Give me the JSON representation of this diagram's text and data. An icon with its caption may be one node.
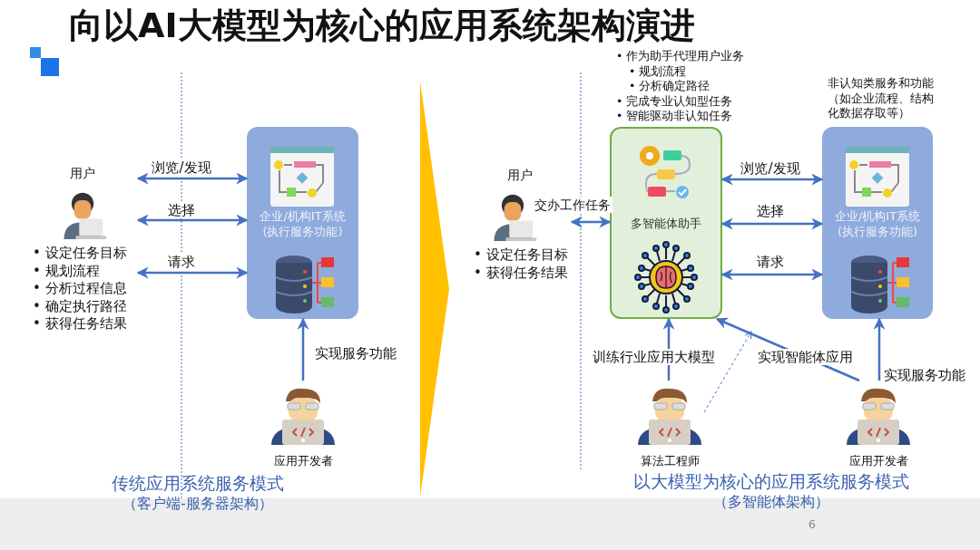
{
  "diagram": {
    "title": "向以AI大模型为核心的应用系统架构演进",
    "nodes": [
      {
        "text": [
          "用户",
          "• 设定任务目标",
          "• 规划流程",
          "• 分析过程信息",
          "• 确定执行路径",
          "• 获得任务结果"
        ]
      },
      {
        "text": [
          "企业/机构IT系统",
          "(执行服务功能)"
        ]
      },
      {
        "text": [
          "应用开发者"
        ]
      },
      {
        "text": [
          "用户",
          "• 设定任务目标",
          "• 获得任务结果"
        ]
      },
      {
        "text": [
          "多智能体助手"
        ],
        "beside": [
          "• 作为助手代理用户业务",
          "• 规划流程",
          "• 分析确定路径",
          "• 完成专业认知型任务",
          "• 智能驱动非认知任务"
        ]
      },
      {
        "text": [
          "企业/机构IT系统",
          "(执行服务功能)"
        ],
        "beside": [
          "非认知类服务和功能（如企业流程、结构化数据存取等）"
        ]
      },
      {
        "text": [
          "算法工程师"
        ]
      },
      {
        "text": [
          "应用开发者"
        ]
      },
      {
        "text": [],
        "shape": "chevron"
      }
    ],
    "edges": [
      {
        "from": 0,
        "to": 1,
        "arrow": "both",
        "label": "浏览/发现"
      },
      {
        "from": 0,
        "to": 1,
        "arrow": "both",
        "label": "选择"
      },
      {
        "from": 0,
        "to": 1,
        "arrow": "both",
        "label": "请求"
      },
      {
        "from": 2,
        "to": 1,
        "arrow": "to",
        "label": "实现服务功能"
      },
      {
        "from": 3,
        "to": 4,
        "arrow": "both",
        "label": "交办工作任务"
      },
      {
        "from": 4,
        "to": 5,
        "arrow": "both",
        "label": "浏览/发现"
      },
      {
        "from": 4,
        "to": 5,
        "arrow": "both",
        "label": "选择"
      },
      {
        "from": 4,
        "to": 5,
        "arrow": "both",
        "label": "请求"
      },
      {
        "from": 6,
        "to": 4,
        "arrow": "to",
        "label": "训练行业应用大模型"
      },
      {
        "from": 7,
        "to": 4,
        "arrow": "to",
        "label": "实现智能体应用"
      },
      {
        "from": 6,
        "to": null,
        "arrow": "to",
        "style": "dashed"
      },
      {
        "from": 7,
        "to": 5,
        "arrow": "to",
        "label": "实现服务功能"
      }
    ],
    "labels": [
      "传统应用系统服务模式",
      "（客户端-服务器架构）",
      "以大模型为核心的应用系统服务模式",
      "（多智能体架构）",
      "6"
    ]
  }
}
